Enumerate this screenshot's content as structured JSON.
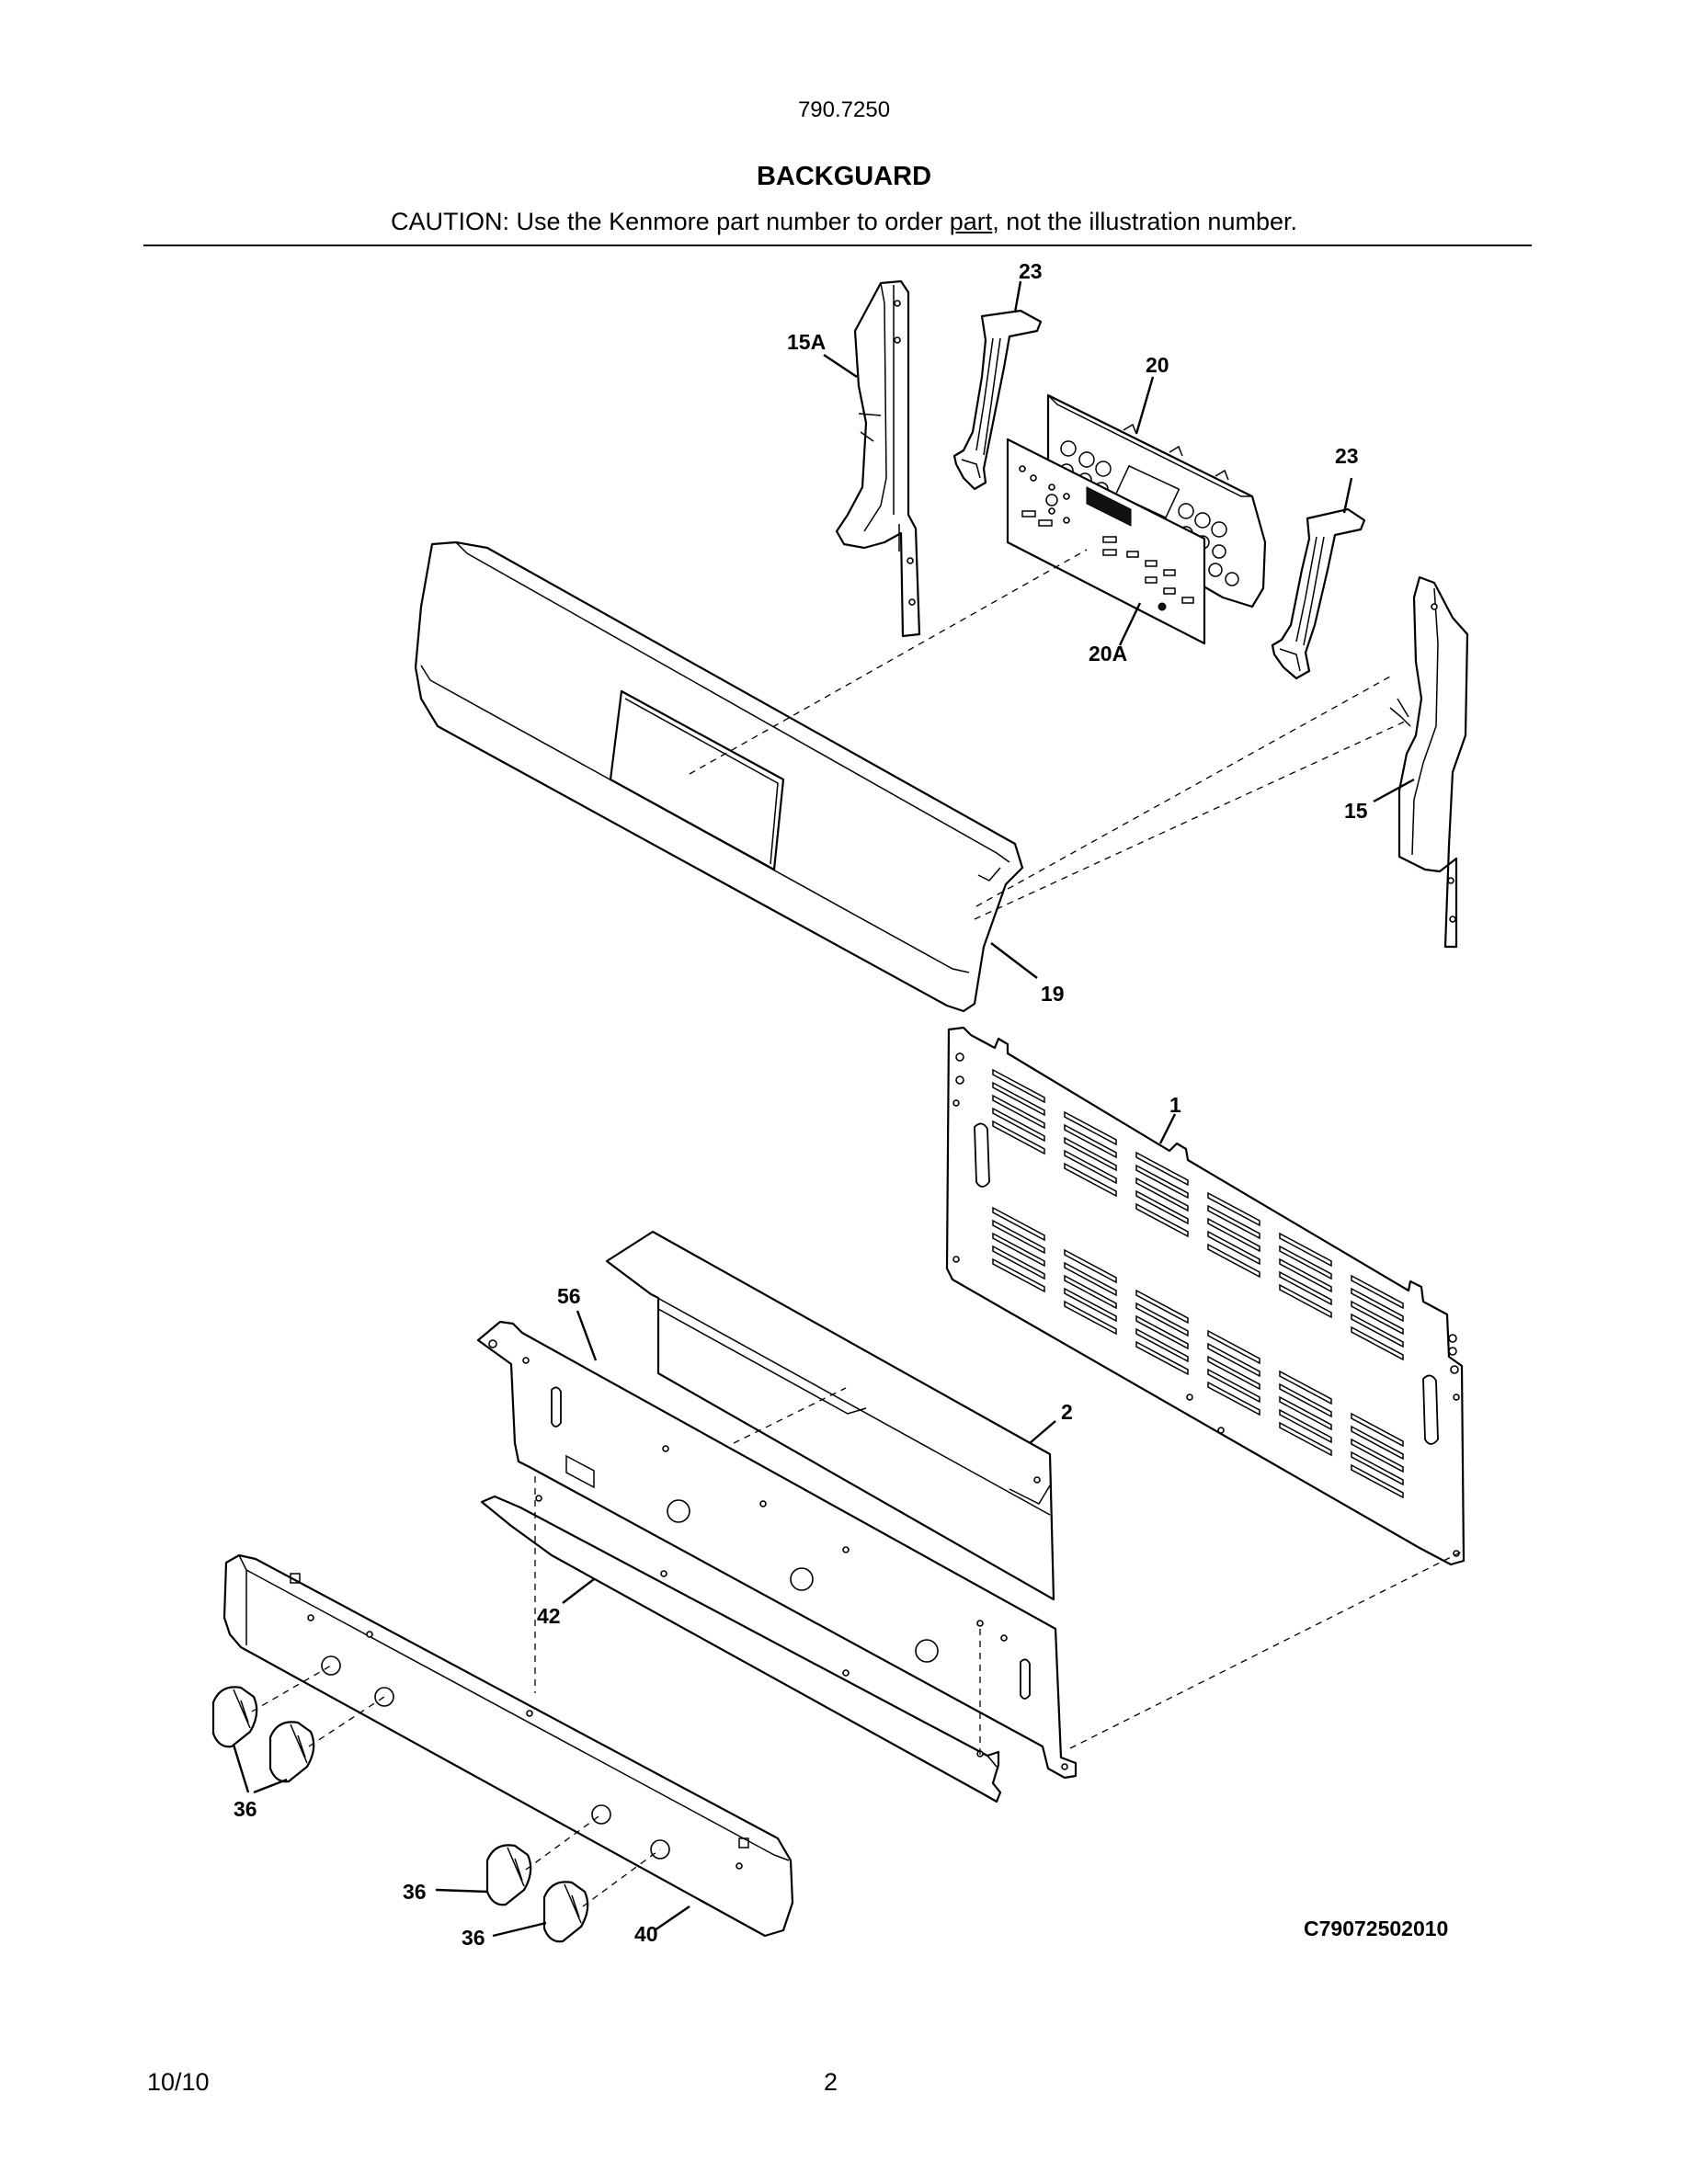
{
  "header": {
    "model_number": "790.7250",
    "title": "BACKGUARD",
    "caution_before": "CAUTION: Use the Kenmore part number to order ",
    "caution_underlined": "part",
    "caution_after": ", not the illustration number."
  },
  "diagram_code": "C79072502010",
  "callouts": {
    "p23_top": "23",
    "p15A": "15A",
    "p20": "20",
    "p23_right": "23",
    "p20A": "20A",
    "p15": "15",
    "p19": "19",
    "p1": "1",
    "p56": "56",
    "p2": "2",
    "p42": "42",
    "p36_left": "36",
    "p36_mid": "36",
    "p36_bottom": "36",
    "p40": "40"
  },
  "footer": {
    "date": "10/10",
    "page": "2"
  }
}
